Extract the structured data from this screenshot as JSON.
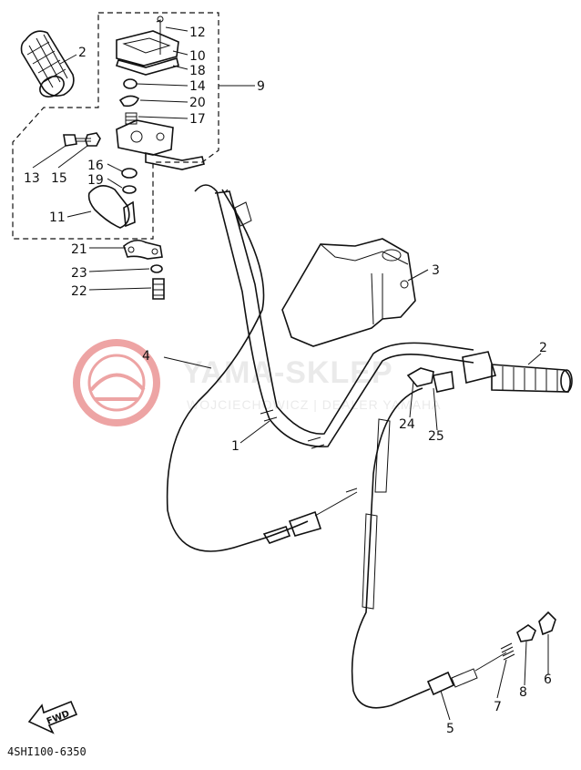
{
  "diagram": {
    "drawing_code": "4SHI100-6350",
    "direction_label": "FWD",
    "watermark": {
      "main": "YAMA-SKLEP",
      "sub": "WOJCIECHOWICZ | DEALER YAMAHA"
    },
    "part_labels": {
      "p1": "1",
      "p2a": "2",
      "p2b": "2",
      "p3": "3",
      "p4": "4",
      "p5": "5",
      "p6": "6",
      "p7": "7",
      "p8": "8",
      "p9": "9",
      "p10": "10",
      "p11": "11",
      "p12": "12",
      "p13": "13",
      "p14": "14",
      "p15": "15",
      "p16": "16",
      "p17": "17",
      "p18": "18",
      "p19": "19",
      "p20": "20",
      "p21": "21",
      "p22": "22",
      "p23": "23",
      "p24": "24",
      "p25": "25"
    },
    "colors": {
      "ink": "#111111",
      "watermark_red": "#e05a5a",
      "watermark_grey": "#d9d9d9"
    }
  }
}
